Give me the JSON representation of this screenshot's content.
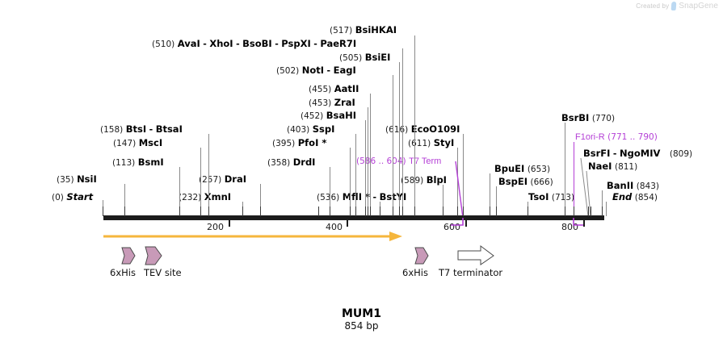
{
  "watermark": {
    "prefix": "Created by",
    "brand": "SnapGene",
    "logo_icon": "snapgene-logo-icon"
  },
  "title": "MUM1",
  "subtitle": "854 bp",
  "sequence": {
    "length_bp": 854,
    "start_label": "Start",
    "end_label": "End"
  },
  "ruler": {
    "ticks": [
      {
        "label": "200",
        "value": 200
      },
      {
        "label": "400",
        "value": 400
      },
      {
        "label": "600",
        "value": 600
      },
      {
        "label": "800",
        "value": 800
      }
    ],
    "range": [
      0,
      854
    ]
  },
  "colors": {
    "feature_purple": "#b43fd6",
    "orf_orange": "#f5b63c",
    "feature_pink": "#c89ab8",
    "backbone_black": "#1c1c1c",
    "leader_gray": "#8a8a8a",
    "watermark_gray": "#d3d3d3"
  },
  "labels": [
    {
      "id": "l-bsihkai",
      "pos": "(517)",
      "names": [
        "BsiHKAI"
      ],
      "order": "pos-first",
      "style": "enzyme"
    },
    {
      "id": "l-avai",
      "pos": "(510)",
      "names": [
        "AvaI",
        "XhoI",
        "BsoBI",
        "PspXI",
        "PaeR7I"
      ],
      "order": "pos-first",
      "style": "enzyme"
    },
    {
      "id": "l-bsiei",
      "pos": "(505)",
      "names": [
        "BsiEI"
      ],
      "order": "pos-first",
      "style": "enzyme"
    },
    {
      "id": "l-noti",
      "pos": "(502)",
      "names": [
        "NotI",
        "EagI"
      ],
      "order": "pos-first",
      "style": "enzyme"
    },
    {
      "id": "l-aatii",
      "pos": "(455)",
      "names": [
        "AatII"
      ],
      "order": "pos-first",
      "style": "enzyme"
    },
    {
      "id": "l-zrai",
      "pos": "(453)",
      "names": [
        "ZraI"
      ],
      "order": "pos-first",
      "style": "enzyme"
    },
    {
      "id": "l-bsahi",
      "pos": "(452)",
      "names": [
        "BsaHI"
      ],
      "order": "pos-first",
      "style": "enzyme"
    },
    {
      "id": "l-btsi",
      "pos": "(158)",
      "names": [
        "BtsI",
        "BtsaI"
      ],
      "order": "pos-first",
      "style": "enzyme"
    },
    {
      "id": "l-msci",
      "pos": "(147)",
      "names": [
        "MscI"
      ],
      "order": "pos-first",
      "style": "enzyme"
    },
    {
      "id": "l-sspi",
      "pos": "(403)",
      "names": [
        "SspI"
      ],
      "order": "pos-first",
      "style": "enzyme"
    },
    {
      "id": "l-pfoi",
      "pos": "(395)",
      "names": [
        "PfoI *"
      ],
      "order": "pos-first",
      "style": "enzyme"
    },
    {
      "id": "l-ecoo109i",
      "pos": "(616)",
      "names": [
        "EcoO109I"
      ],
      "order": "pos-first",
      "style": "enzyme"
    },
    {
      "id": "l-styi",
      "pos": "(611)",
      "names": [
        "StyI"
      ],
      "order": "pos-first",
      "style": "enzyme"
    },
    {
      "id": "l-bsrbi",
      "pos": "(770)",
      "names": [
        "BsrBI"
      ],
      "order": "name-first",
      "style": "enzyme"
    },
    {
      "id": "l-f1ori",
      "pos": "(771 .. 790)",
      "names": [
        "F1ori-R"
      ],
      "order": "name-first",
      "style": "feature"
    },
    {
      "id": "l-bsmi",
      "pos": "(113)",
      "names": [
        "BsmI"
      ],
      "order": "pos-first",
      "style": "enzyme"
    },
    {
      "id": "l-drdi",
      "pos": "(358)",
      "names": [
        "DrdI"
      ],
      "order": "pos-first",
      "style": "enzyme"
    },
    {
      "id": "l-t7term",
      "pos": "(586 .. 604)",
      "names": [
        "T7 Term"
      ],
      "order": "pos-first",
      "style": "feature"
    },
    {
      "id": "l-bsrfi",
      "pos": "(809)",
      "names": [
        "BsrFI",
        "NgoMIV"
      ],
      "order": "name-first",
      "style": "enzyme"
    },
    {
      "id": "l-naei",
      "pos": "(811)",
      "names": [
        "NaeI"
      ],
      "order": "name-first",
      "style": "enzyme"
    },
    {
      "id": "l-nsii",
      "pos": "(35)",
      "names": [
        "NsiI"
      ],
      "order": "pos-first",
      "style": "enzyme"
    },
    {
      "id": "l-drai",
      "pos": "(257)",
      "names": [
        "DraI"
      ],
      "order": "pos-first",
      "style": "enzyme"
    },
    {
      "id": "l-bpuei",
      "pos": "(653)",
      "names": [
        "BpuEI"
      ],
      "order": "name-first",
      "style": "enzyme"
    },
    {
      "id": "l-bspei",
      "pos": "(666)",
      "names": [
        "BspEI"
      ],
      "order": "name-first",
      "style": "enzyme"
    },
    {
      "id": "l-blpi",
      "pos": "(589)",
      "names": [
        "BlpI"
      ],
      "order": "pos-first",
      "style": "enzyme"
    },
    {
      "id": "l-start",
      "pos": "(0)",
      "names": [
        "Start"
      ],
      "order": "pos-first",
      "style": "terminus"
    },
    {
      "id": "l-xmni",
      "pos": "(232)",
      "names": [
        "XmnI"
      ],
      "order": "pos-first",
      "style": "enzyme"
    },
    {
      "id": "l-mfli",
      "pos": "(536)",
      "names": [
        "MflI *",
        "BstYI"
      ],
      "order": "pos-first",
      "style": "enzyme"
    },
    {
      "id": "l-tsoi",
      "pos": "(713)",
      "names": [
        "TsoI"
      ],
      "order": "name-first",
      "style": "enzyme"
    },
    {
      "id": "l-banii",
      "pos": "(843)",
      "names": [
        "BanII"
      ],
      "order": "name-first",
      "style": "enzyme"
    },
    {
      "id": "l-end",
      "pos": "(854)",
      "names": [
        "End"
      ],
      "order": "name-first",
      "style": "terminus"
    }
  ],
  "features": [
    {
      "id": "f-6xhis-1",
      "label": "6xHis",
      "icon": "feature-arrow-filled",
      "filled": true
    },
    {
      "id": "f-tev",
      "label": "TEV site",
      "icon": "feature-arrow-filled",
      "filled": true
    },
    {
      "id": "f-6xhis-2",
      "label": "6xHis",
      "icon": "feature-arrow-filled",
      "filled": true
    },
    {
      "id": "f-t7term",
      "label": "T7 terminator",
      "icon": "feature-arrow-outline",
      "filled": false
    }
  ],
  "orf": {
    "name": "orf-arrow",
    "direction": "right"
  }
}
